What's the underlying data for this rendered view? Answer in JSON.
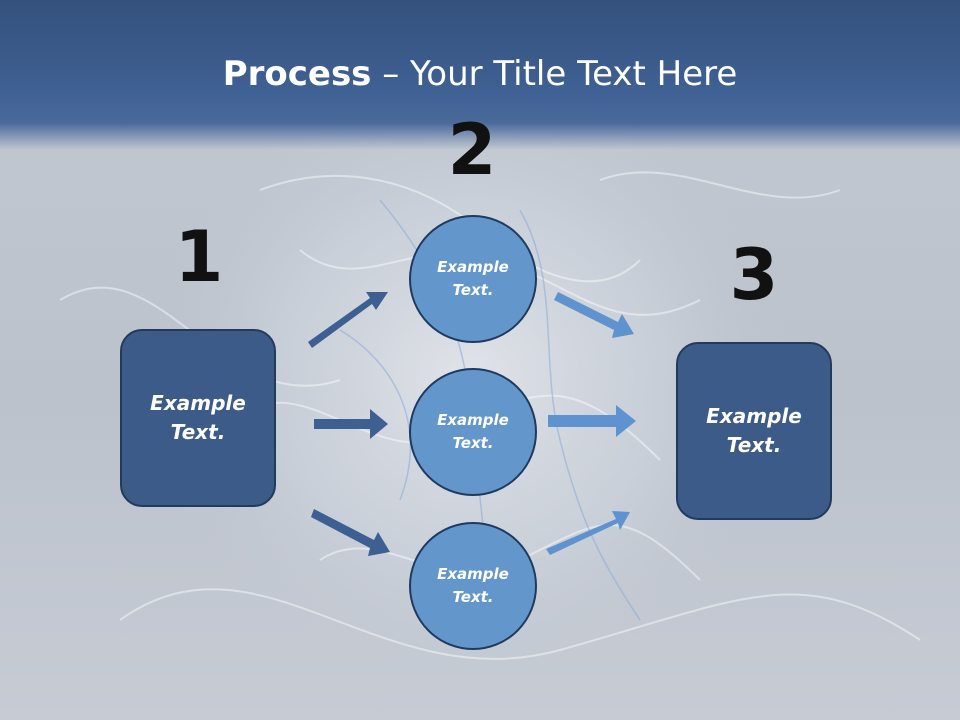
{
  "title": {
    "bold": "Process",
    "rest": " – Your Title Text Here"
  },
  "steps": {
    "one": "1",
    "two": "2",
    "three": "3"
  },
  "left_box": {
    "label": "Example\nText."
  },
  "right_box": {
    "label": "Example\nText."
  },
  "circles": [
    {
      "label": "Example\nText."
    },
    {
      "label": "Example\nText."
    },
    {
      "label": "Example\nText."
    }
  ],
  "colors": {
    "dark_blue": "#3d5b88",
    "light_blue": "#6396cb",
    "header": "#3f6093"
  }
}
